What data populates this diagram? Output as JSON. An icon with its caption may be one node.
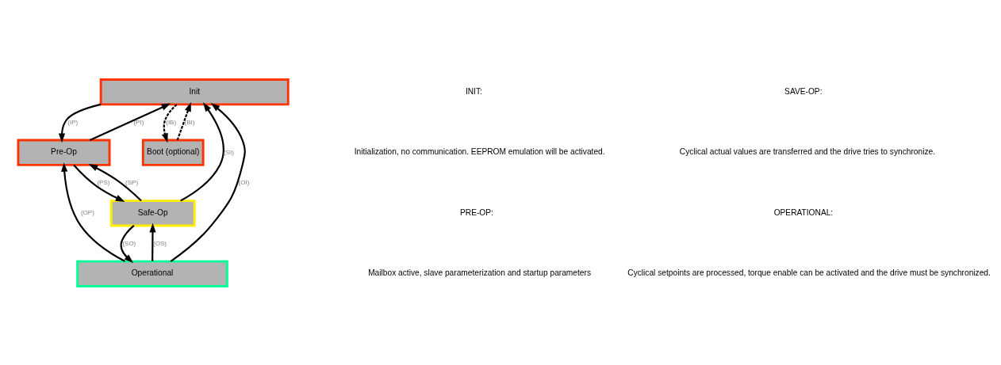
{
  "diagram": {
    "nodes": [
      {
        "text": [
          "Init"
        ]
      },
      {
        "text": [
          "Pre-Op"
        ]
      },
      {
        "text": [
          "Boot (optional)"
        ]
      },
      {
        "text": [
          "Safe-Op"
        ]
      },
      {
        "text": [
          "Operational"
        ]
      }
    ],
    "edges": [
      {
        "from": 0,
        "to": 1,
        "arrow": "to",
        "label": "(IP)"
      },
      {
        "from": 1,
        "to": 0,
        "arrow": "to",
        "label": "(PI)"
      },
      {
        "from": 0,
        "to": 2,
        "arrow": "to",
        "label": "(IB)",
        "style": "dashed"
      },
      {
        "from": 2,
        "to": 0,
        "arrow": "to",
        "label": "(BI)",
        "style": "dashed"
      },
      {
        "from": 1,
        "to": 3,
        "arrow": "to",
        "label": "(PS)"
      },
      {
        "from": 3,
        "to": 1,
        "arrow": "to",
        "label": "(SP)"
      },
      {
        "from": 3,
        "to": 0,
        "arrow": "to",
        "label": "(SI)"
      },
      {
        "from": 4,
        "to": 0,
        "arrow": "to",
        "label": "(OI)"
      },
      {
        "from": 4,
        "to": 1,
        "arrow": "to",
        "label": "(OP)"
      },
      {
        "from": 3,
        "to": 4,
        "arrow": "to",
        "label": "(SO)"
      },
      {
        "from": 4,
        "to": 3,
        "arrow": "to",
        "label": "(OS)"
      }
    ],
    "labels": [
      "INIT:",
      "Initialization, no communication. EEPROM emulation will be activated.",
      "PRE-OP:",
      "Mailbox active, slave parameterization and startup parameters",
      "SAVE-OP:",
      "Cyclical actual values are transferred and the drive tries to synchronize.",
      "OPERATIONAL:",
      "Cyclical setpoints are processed, torque enable can be activated and the drive must be synchronized."
    ]
  }
}
